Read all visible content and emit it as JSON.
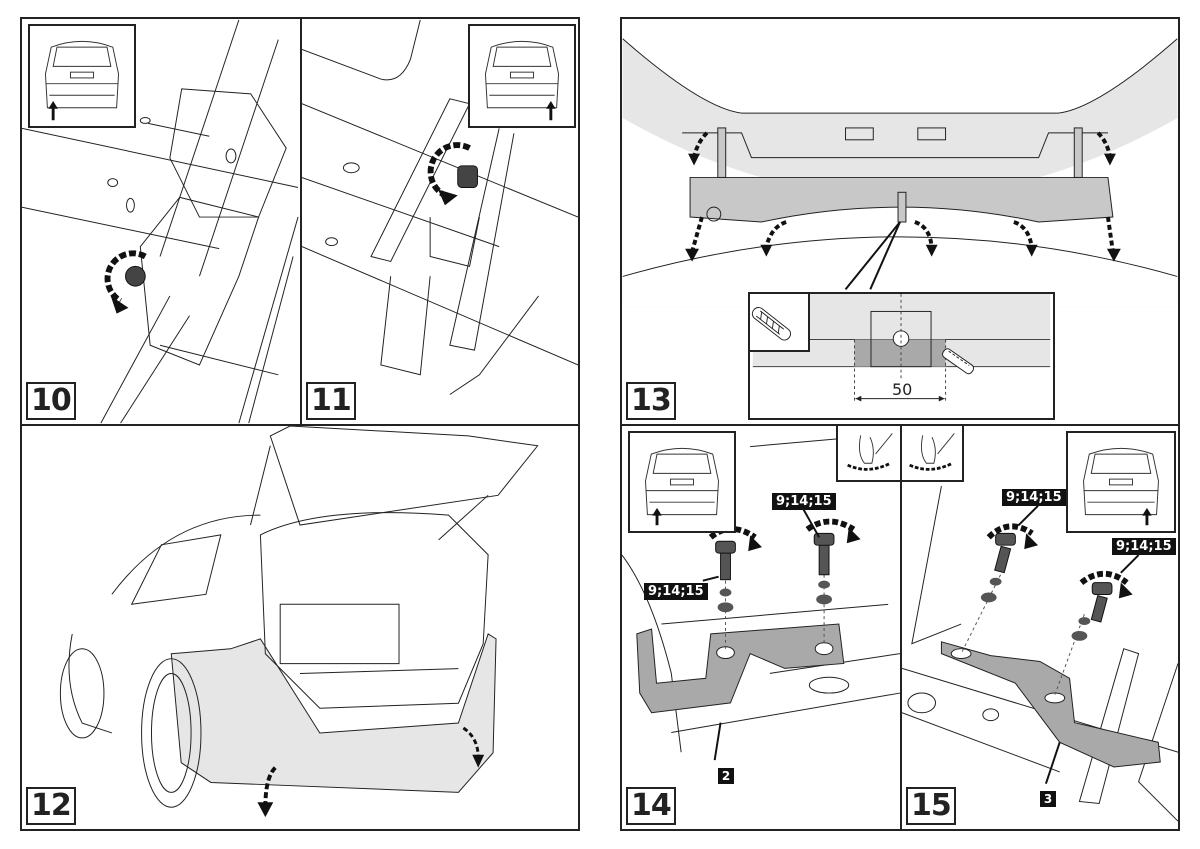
{
  "steps": [
    {
      "number": "10",
      "inset": "rear-view-left-arrow",
      "action": "remove nut (counter-clockwise)"
    },
    {
      "number": "11",
      "inset": "rear-view-right-arrow",
      "action": "remove nut (counter-clockwise)"
    },
    {
      "number": "12",
      "inset": "",
      "action": "remove rear bumper"
    },
    {
      "number": "13",
      "inset": "cutter-knife",
      "action": "remove bumper beam, cut 50 mm"
    },
    {
      "number": "14",
      "inset": "rear-view-left-arrow",
      "action": "install bracket 2"
    },
    {
      "number": "15",
      "inset": "rear-view-right-arrow",
      "action": "install bracket 3"
    }
  ],
  "step13": {
    "cut_dimension": "50"
  },
  "step14": {
    "bolt_labels": [
      "9;14;15",
      "9;14;15"
    ],
    "part_number": "2"
  },
  "step15": {
    "bolt_labels": [
      "9;14;15",
      "9;14;15"
    ],
    "part_number": "3"
  },
  "colors": {
    "line": "#222222",
    "shade_light": "#e6e6e6",
    "shade_mid": "#c8c8c8",
    "shade_dark": "#a9a9a9",
    "label_bg": "#111111"
  }
}
